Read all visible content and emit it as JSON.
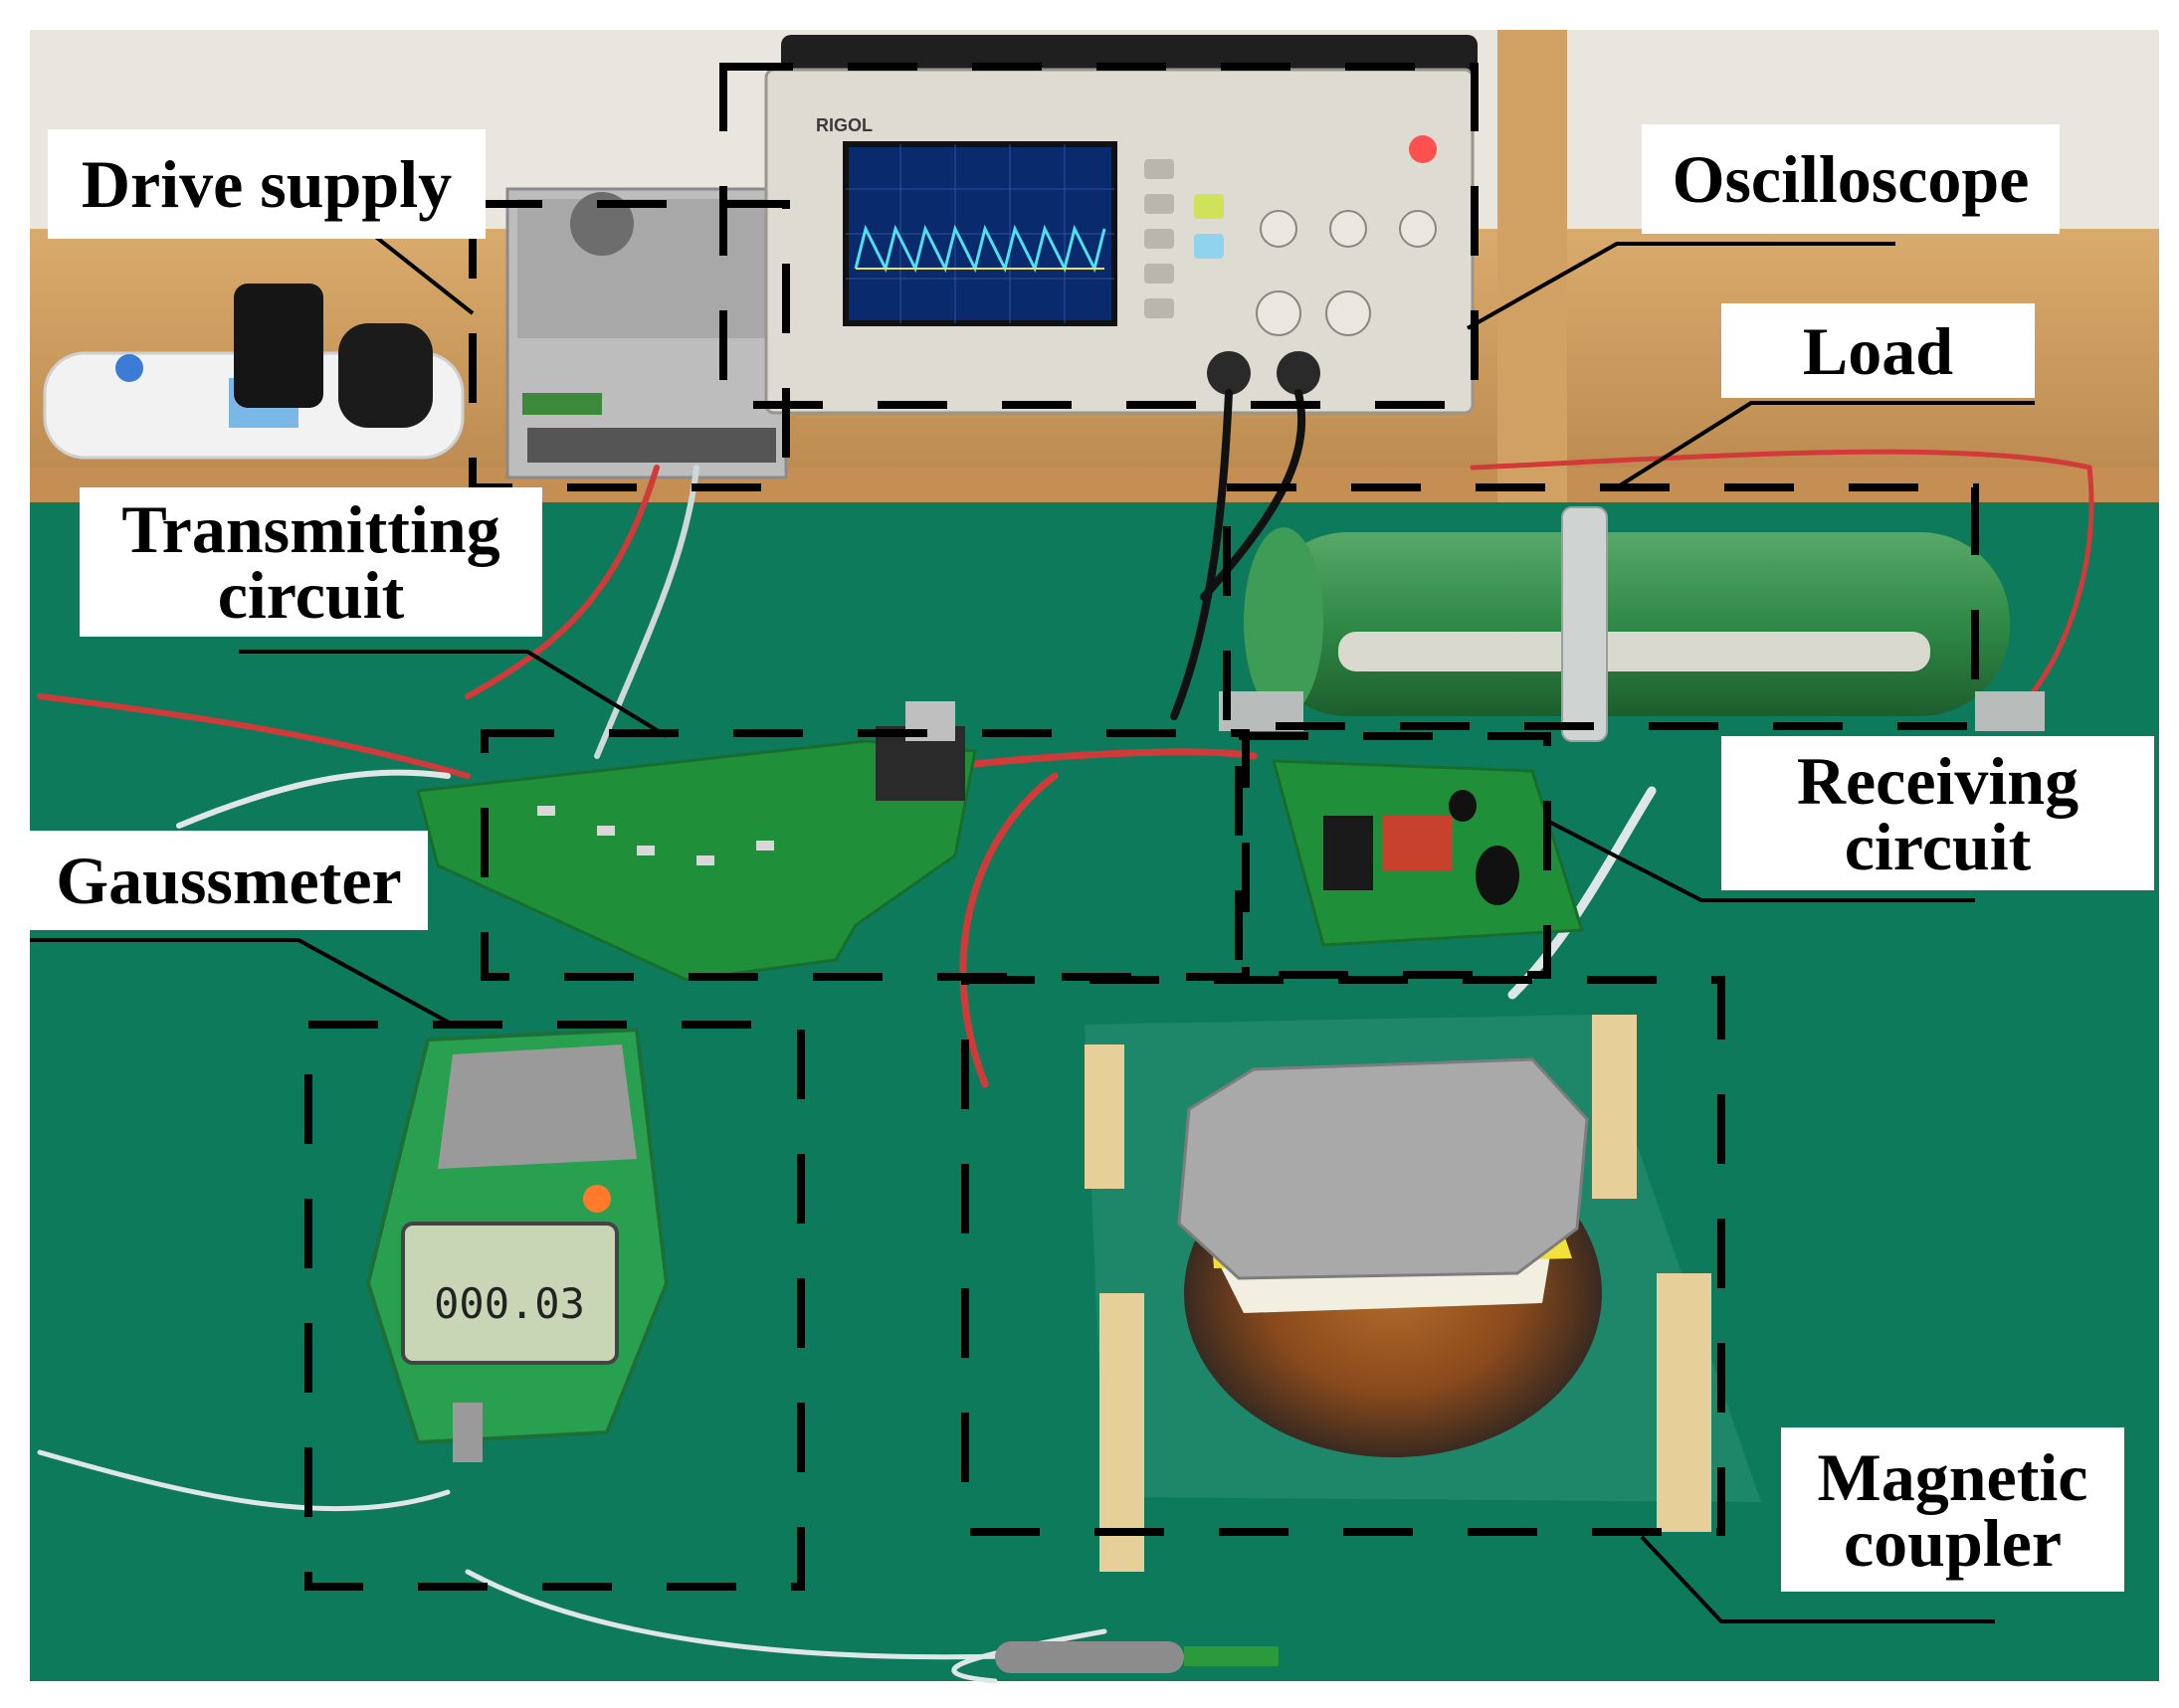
{
  "labels": {
    "drive_supply": "Drive supply",
    "oscilloscope": "Oscilloscope",
    "load": "Load",
    "transmitting_circuit": "Transmitting\ncircuit",
    "receiving_circuit": "Receiving\ncircuit",
    "gaussmeter": "Gaussmeter",
    "magnetic_coupler": "Magnetic\ncoupler"
  },
  "device_text": {
    "oscilloscope_brand": "RIGOL",
    "gaussmeter_reading": "000.03"
  },
  "colors": {
    "table_green": "#0e7a5c",
    "shelf_wood": "#c89a5e",
    "wall": "#e9e6df",
    "resistor_green": "#2f8a46",
    "pcb_green": "#1f8f3a",
    "dash": "#000000"
  }
}
